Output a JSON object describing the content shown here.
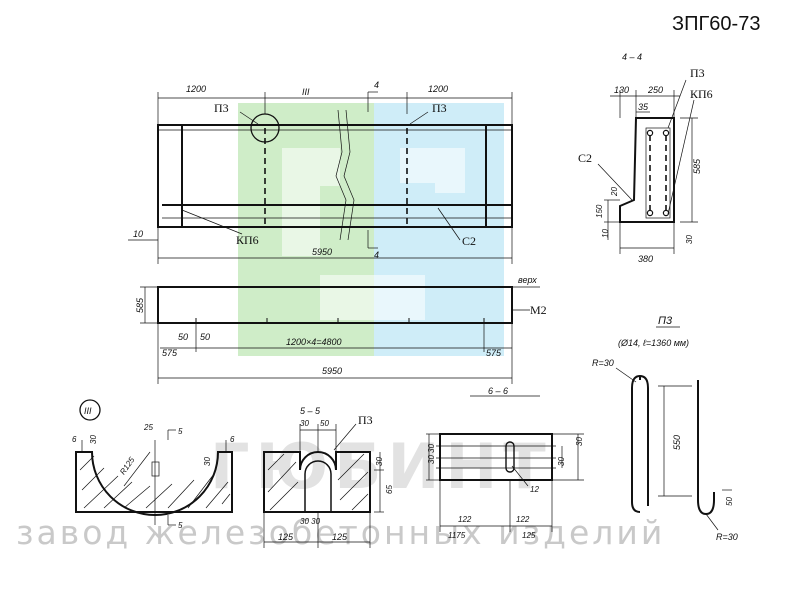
{
  "title": "ЗПГ60-73",
  "watermark": {
    "brand": "ГЮБИНТ",
    "slogan": "завод железобетонных изделий",
    "colors": {
      "green": "#bfe7b5",
      "blue": "#bfe7f5"
    }
  },
  "plan_view": {
    "dim_top_left": "1200",
    "dim_top_right": "1200",
    "section_marker": "III",
    "cut_marker": "4",
    "label_p3_left": "П3",
    "label_p3_right": "П3",
    "label_kp6": "КП6",
    "label_c2": "С2",
    "dim_length": "5950",
    "dim_edge": "10",
    "cut_marker_bottom": "4"
  },
  "side_view": {
    "label_top": "верх",
    "label_m2": "М2",
    "dim_height": "585",
    "dim_50a": "50",
    "dim_50b": "50",
    "dim_left": "575",
    "dim_middle": "1200×4=4800",
    "dim_right": "575",
    "dim_total": "5950"
  },
  "section_44": {
    "title": "4 – 4",
    "dim_130": "130",
    "dim_250": "250",
    "dim_35": "35",
    "label_p3": "П3",
    "label_kp6": "КП6",
    "label_c2": "С2",
    "dim_585": "585",
    "dim_20": "20",
    "dim_150": "150",
    "dim_10": "10",
    "dim_30": "30",
    "dim_380": "380"
  },
  "p3_detail": {
    "title": "П3",
    "subtitle": "(Ø14, ℓ=1360 мм)",
    "r_top": "R=30",
    "dim_550": "550",
    "dim_50": "50",
    "r_bottom": "R=30"
  },
  "detail_iii": {
    "marker": "III",
    "dim_6a": "6",
    "dim_30a": "30",
    "dim_25": "25",
    "dim_5": "5",
    "dim_6b": "6",
    "dim_r125": "R125",
    "dim_30b": "30",
    "cut_5": "5"
  },
  "section_55": {
    "title": "5 – 5",
    "label_p3": "П3",
    "dim_30": "30",
    "dim_50": "50",
    "dim_30b": "30",
    "dim_65": "65",
    "dim_3030": "30 30",
    "dim_125a": "125",
    "dim_125b": "125"
  },
  "section_66": {
    "title": "6 – 6",
    "dim_3030": "30 30",
    "dim_30": "30",
    "dim_30b": "30",
    "dim_12": "12",
    "dim_122a": "122",
    "dim_122b": "122",
    "dim_1175": "1175",
    "dim_125": "125"
  }
}
